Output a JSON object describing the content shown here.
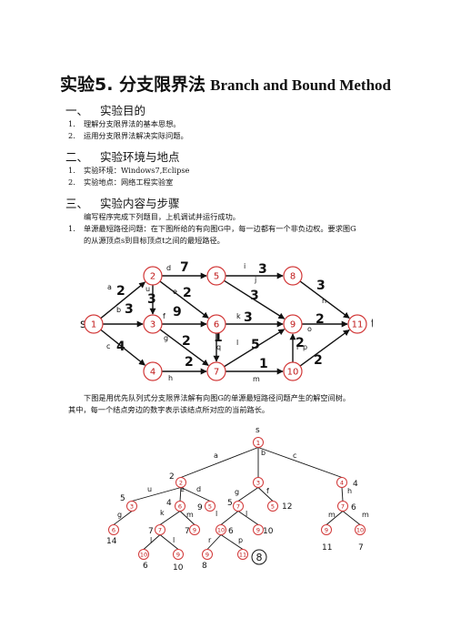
{
  "title": {
    "cn": "实验5. 分支限界法",
    "en": "Branch and Bound Method"
  },
  "sections": [
    {
      "num": "一、",
      "title": "实验目的"
    },
    {
      "num": "二、",
      "title": "实验环境与地点"
    },
    {
      "num": "三、",
      "title": "实验内容与步骤"
    }
  ],
  "objectives": [
    {
      "num": "1.",
      "text": "理解分支限界法的基本思想。"
    },
    {
      "num": "2.",
      "text": "运用分支限界法解决实际问题。"
    }
  ],
  "environment": [
    {
      "num": "1.",
      "text": "实验环境：Windows7,Eclipse"
    },
    {
      "num": "2.",
      "text": "实验地点：网络工程实验室"
    }
  ],
  "content": {
    "intro": "编写程序完成下列题目，上机调试并运行成功。",
    "item1_num": "1.",
    "item1_line1": "单源最短路径问题：在下图所给的有向图G中，每一边都有一个非负边权。要求图G",
    "item1_line2": "的从源顶点s到目标顶点t之间的最短路径。",
    "tree_line1": "下图是用优先队列式分支限界法解有向图G的单源最短路径问题产生的解空间树。",
    "tree_line2": "其中，每一个结点旁边的数字表示该结点所对应的当前路长。"
  },
  "graph": {
    "nodes": [
      "1",
      "2",
      "3",
      "4",
      "5",
      "6",
      "7",
      "8",
      "9",
      "10",
      "11"
    ],
    "s_label": "s",
    "t_label": "t",
    "edge_letters": [
      "a",
      "b",
      "c",
      "d",
      "u",
      "e",
      "f",
      "g",
      "h",
      "i",
      "j",
      "k",
      "l",
      "m",
      "n",
      "o",
      "p",
      "q",
      "r"
    ],
    "edge_weights": [
      "2",
      "3",
      "4",
      "7",
      "3",
      "2",
      "9",
      "2",
      "2",
      "3",
      "3",
      "3",
      "5",
      "1",
      "3",
      "2",
      "2",
      "1",
      "2"
    ]
  },
  "tree": {
    "root_label": "s",
    "root_node": "1",
    "branch_letters": [
      "a",
      "b",
      "c",
      "u",
      "e",
      "d",
      "g",
      "f",
      "h",
      "g",
      "k",
      "m",
      "l",
      "l",
      "m",
      "m",
      "l",
      "r",
      "p"
    ],
    "nodes": [
      {
        "node": "2",
        "cost": "2"
      },
      {
        "node": "3",
        "cost": ""
      },
      {
        "node": "4",
        "cost": "4"
      },
      {
        "node": "3",
        "cost": "5"
      },
      {
        "node": "6",
        "cost": "4"
      },
      {
        "node": "5",
        "cost": "9"
      },
      {
        "node": "7",
        "cost": "5"
      },
      {
        "node": "5",
        "cost": "12"
      },
      {
        "node": "7",
        "cost": "6"
      },
      {
        "node": "6",
        "cost": "14"
      },
      {
        "node": "7",
        "cost": "7"
      },
      {
        "node": "9",
        "cost": "7"
      },
      {
        "node": "10",
        "cost": "6"
      },
      {
        "node": "9",
        "cost": "10"
      },
      {
        "node": "9",
        "cost": "11"
      },
      {
        "node": "10",
        "cost": "7"
      },
      {
        "node": "10",
        "cost": "6"
      },
      {
        "node": "9",
        "cost": "10"
      },
      {
        "node": "9",
        "cost": "8"
      },
      {
        "node": "11",
        "cost": ""
      },
      {
        "node": "8",
        "cost": ""
      }
    ]
  },
  "colors": {
    "node_stroke": "#d23838",
    "node_text": "#c01818",
    "ink": "#111111"
  }
}
